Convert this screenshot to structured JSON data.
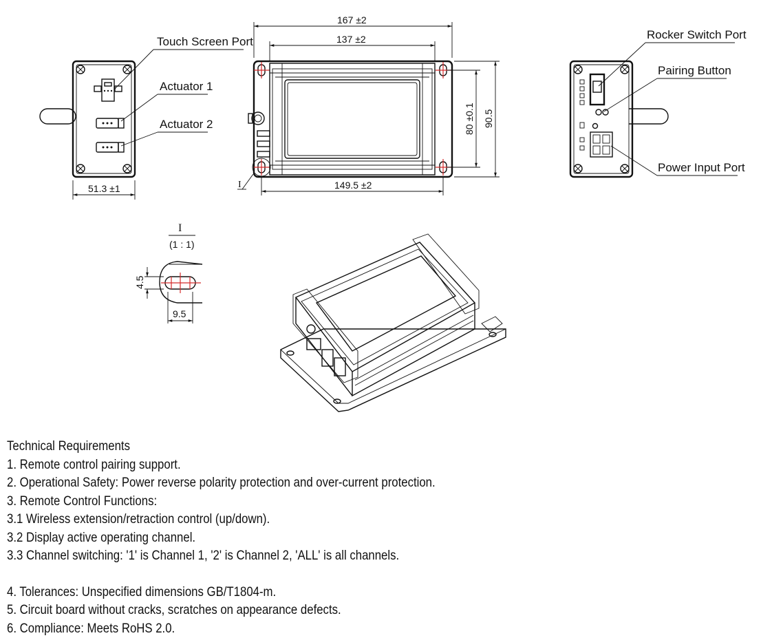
{
  "views": {
    "left": {
      "labels": {
        "touch_screen_port": "Touch Screen Port",
        "actuator_1": "Actuator 1",
        "actuator_2": "Actuator 2"
      },
      "dim_width": "51.3 ±1"
    },
    "top": {
      "dim_outer": "167 ±2",
      "dim_inner": "137 ±2",
      "dim_bottom": "149.5 ±2",
      "dim_h_inner": "80 ±0.1",
      "dim_h_outer": "90.5",
      "detail_marker": "I"
    },
    "right": {
      "labels": {
        "rocker_switch_port": "Rocker Switch Port",
        "pairing_button": "Pairing Button",
        "power_input_port": "Power Input Port"
      }
    },
    "detail": {
      "title": "I",
      "scale": "(1 : 1)",
      "dim_height": "4.5",
      "dim_width": "9.5"
    }
  },
  "notes": {
    "heading": "Technical Requirements",
    "items": [
      "1. Remote control pairing support.",
      "2. Operational Safety: Power reverse polarity protection and over-current protection.",
      "3. Remote Control Functions:",
      "3.1 Wireless extension/retraction control (up/down).",
      "3.2 Display active operating channel.",
      "3.3 Channel switching: '1' is Channel 1, '2' is Channel 2, 'ALL' is all channels.",
      "4. Tolerances: Unspecified dimensions GB/T1804-m.",
      "5. Circuit board without cracks, scratches on appearance defects.",
      "6. Compliance: Meets RoHS 2.0."
    ]
  }
}
